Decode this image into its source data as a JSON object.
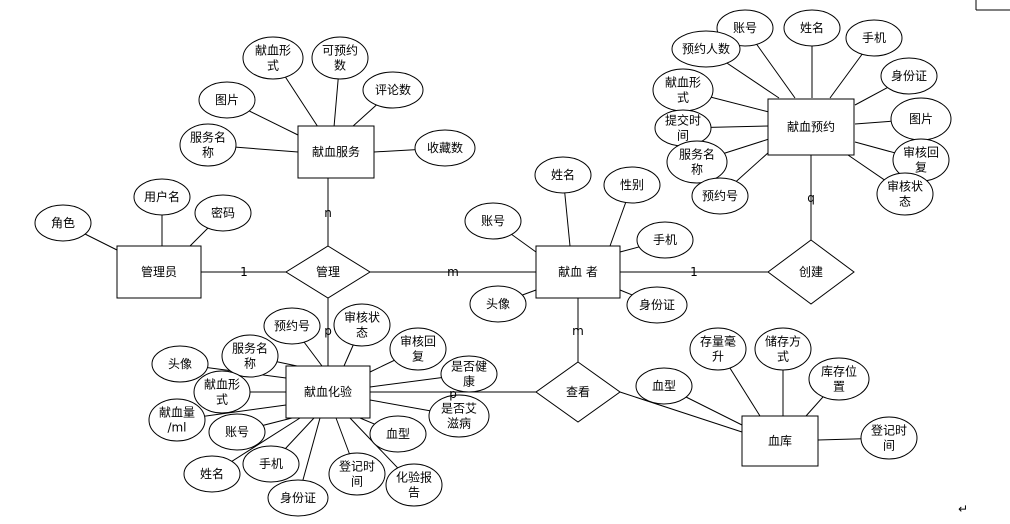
{
  "entities": {
    "admin": "管理员",
    "service": "献血服务",
    "donor": "献血 者",
    "reservation": "献血预约",
    "test": "献血化验",
    "bank": "血库"
  },
  "relationships": {
    "manage": "管理",
    "create": "创建",
    "view": "查看"
  },
  "cardinalities": {
    "n": "n",
    "one_left": "1",
    "m_right": "m",
    "one_create": "1",
    "q": "q",
    "p": "p",
    "m_down": "m",
    "p_view": "p"
  },
  "attributes": {
    "admin": [
      [
        "角色"
      ],
      [
        "用户名"
      ],
      [
        "密码"
      ]
    ],
    "service": [
      [
        "献血形",
        "式"
      ],
      [
        "可预约",
        "数"
      ],
      [
        "评论数"
      ],
      [
        "图片"
      ],
      [
        "服务名",
        "称"
      ],
      [
        "收藏数"
      ]
    ],
    "donor": [
      [
        "姓名"
      ],
      [
        "性别"
      ],
      [
        "账号"
      ],
      [
        "手机"
      ],
      [
        "头像"
      ],
      [
        "身份证"
      ]
    ],
    "reservation": [
      [
        "账号"
      ],
      [
        "姓名"
      ],
      [
        "预约人数"
      ],
      [
        "手机"
      ],
      [
        "献血形",
        "式"
      ],
      [
        "身份证"
      ],
      [
        "提交时",
        "间"
      ],
      [
        "图片"
      ],
      [
        "服务名",
        "称"
      ],
      [
        "审核回",
        "复"
      ],
      [
        "预约号"
      ],
      [
        "审核状",
        "态"
      ]
    ],
    "test": [
      [
        "预约号"
      ],
      [
        "审核状",
        "态"
      ],
      [
        "服务名",
        "称"
      ],
      [
        "审核回",
        "复"
      ],
      [
        "头像"
      ],
      [
        "是否健",
        "康"
      ],
      [
        "献血形",
        "式"
      ],
      [
        "是否艾",
        "滋病"
      ],
      [
        "献血量",
        "/ml"
      ],
      [
        "账号"
      ],
      [
        "血型"
      ],
      [
        "姓名"
      ],
      [
        "手机"
      ],
      [
        "登记时",
        "间"
      ],
      [
        "化验报",
        "告"
      ],
      [
        "身份证"
      ]
    ],
    "bank": [
      [
        "存量毫",
        "升"
      ],
      [
        "储存方",
        "式"
      ],
      [
        "血型"
      ],
      [
        "库存位",
        "置"
      ],
      [
        "登记时",
        "间"
      ]
    ]
  },
  "paragraph_mark": "↵"
}
